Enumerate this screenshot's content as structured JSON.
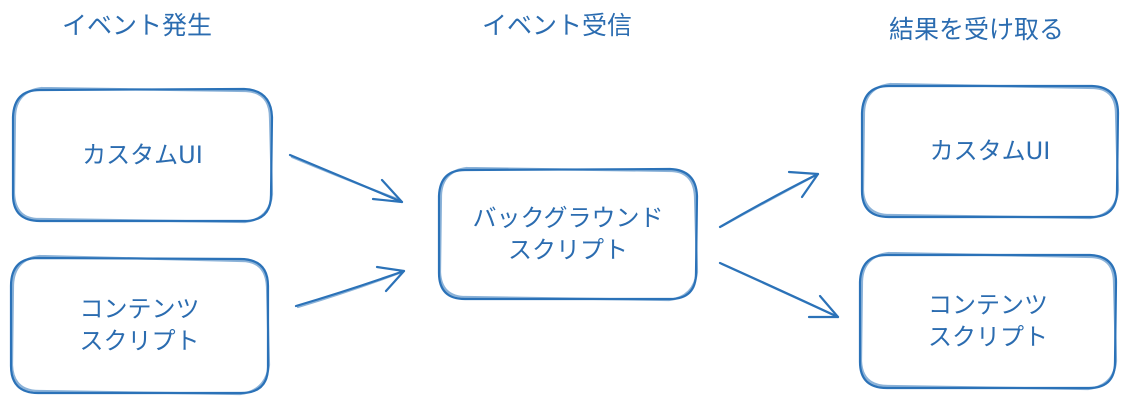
{
  "colors": {
    "stroke": "#2b72b8",
    "text": "#2b6cb0",
    "background": "#ffffff"
  },
  "headings": {
    "source": "イベント発生",
    "receiver": "イベント受信",
    "result": "結果を受け取る"
  },
  "nodes": {
    "custom_ui_left": {
      "lines": [
        "カスタムUI"
      ]
    },
    "content_script_left": {
      "lines": [
        "コンテンツ",
        "スクリプト"
      ]
    },
    "background_script": {
      "lines": [
        "バックグラウンド",
        "スクリプト"
      ]
    },
    "custom_ui_right": {
      "lines": [
        "カスタムUI"
      ]
    },
    "content_script_right": {
      "lines": [
        "コンテンツ",
        "スクリプト"
      ]
    }
  },
  "edges": [
    {
      "from": "custom_ui_left",
      "to": "background_script"
    },
    {
      "from": "content_script_left",
      "to": "background_script"
    },
    {
      "from": "background_script",
      "to": "custom_ui_right"
    },
    {
      "from": "background_script",
      "to": "content_script_right"
    }
  ]
}
